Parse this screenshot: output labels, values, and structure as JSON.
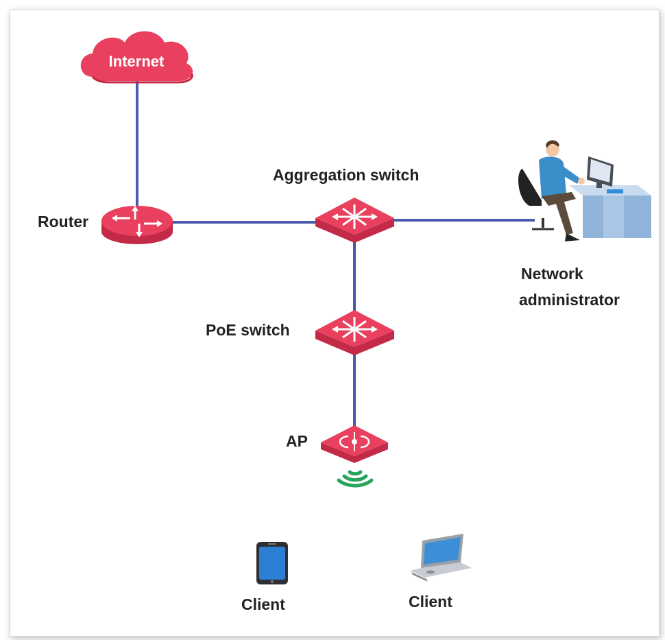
{
  "nodes": {
    "internet": "Internet",
    "router": "Router",
    "aggregation_switch": "Aggregation switch",
    "network_administrator": [
      "Network",
      "administrator"
    ],
    "poe_switch": "PoE switch",
    "ap": "AP",
    "client_phone": "Client",
    "client_laptop": "Client"
  },
  "colors": {
    "device": "#e8405e",
    "device_dark": "#c22a48",
    "link": "#4a5bb0",
    "wifi": "#27a55a"
  }
}
